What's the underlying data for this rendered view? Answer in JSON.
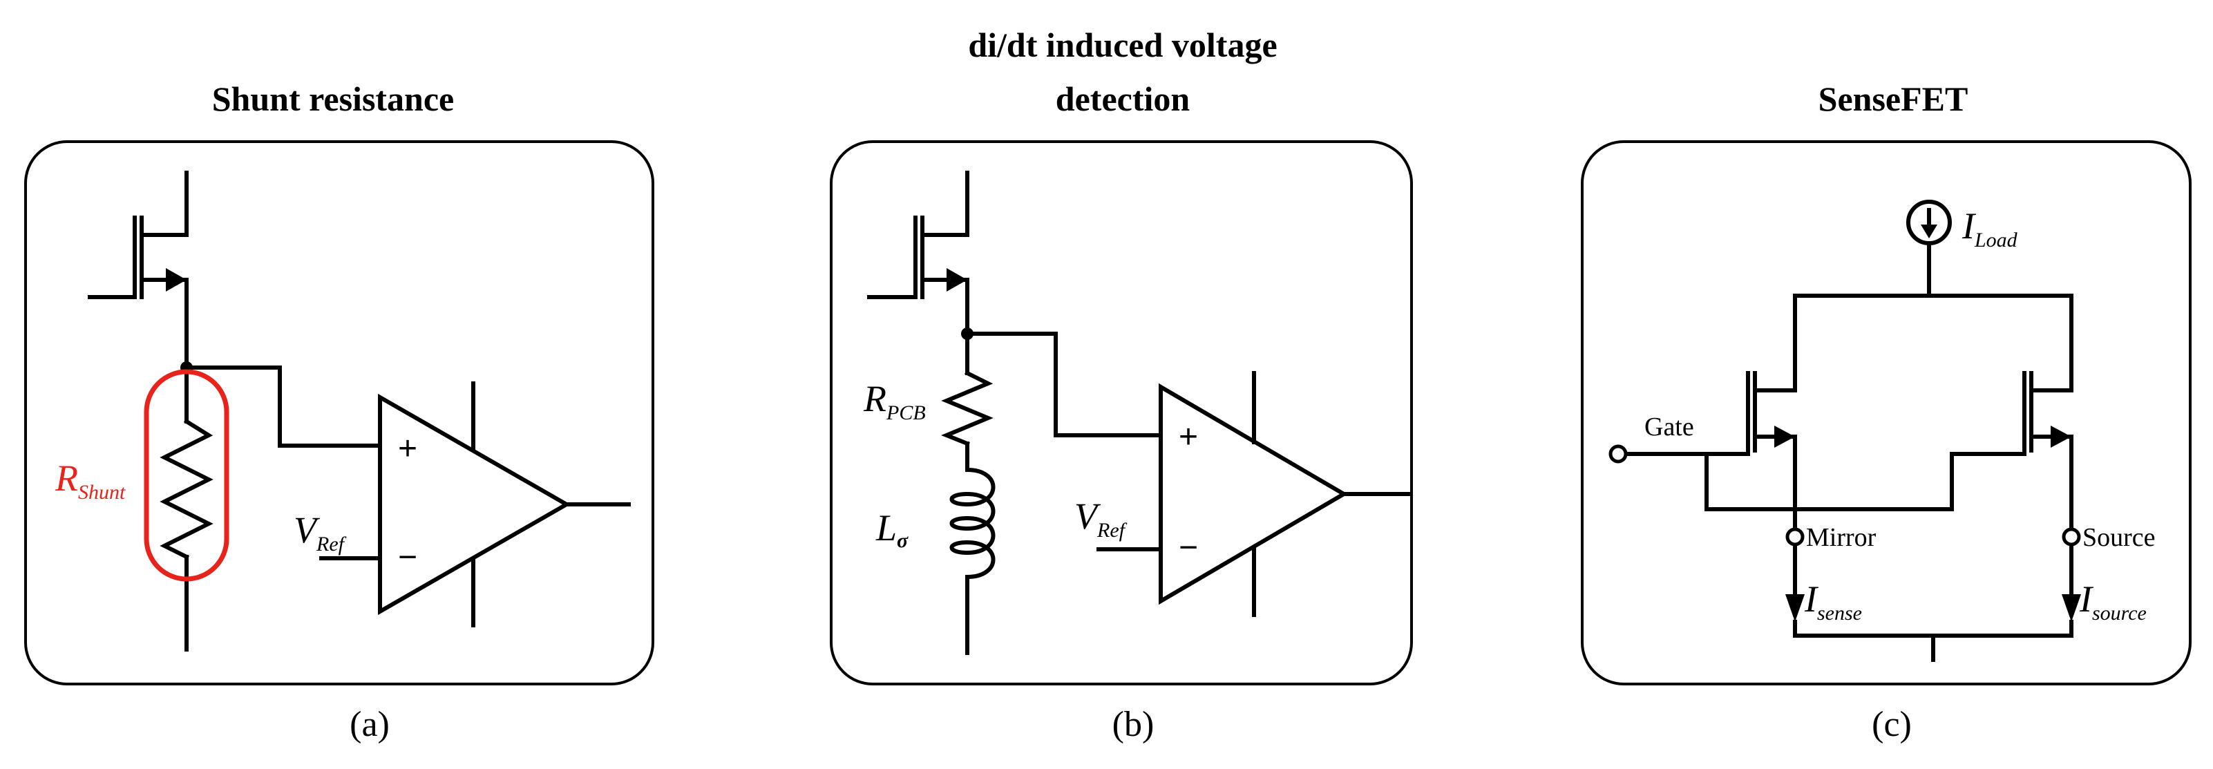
{
  "panels": {
    "a": {
      "title": "Shunt resistance",
      "caption": "(a)",
      "r_label": "R",
      "r_sub": "Shunt",
      "v_label": "V",
      "v_sub": "Ref",
      "plus": "+",
      "minus": "−"
    },
    "b": {
      "title_line1": "di/dt induced voltage",
      "title_line2": "detection",
      "caption": "(b)",
      "r_label": "R",
      "r_sub": "PCB",
      "l_label": "L",
      "l_sub": "σ",
      "v_label": "V",
      "v_sub": "Ref",
      "plus": "+",
      "minus": "−"
    },
    "c": {
      "title": "SenseFET",
      "caption": "(c)",
      "iload_label": "I",
      "iload_sub": "Load",
      "gate_label": "Gate",
      "mirror_label": "Mirror",
      "source_label": "Source",
      "isense_label": "I",
      "isense_sub": "sense",
      "isource_label": "I",
      "isource_sub": "source"
    }
  },
  "colors": {
    "highlight": "#e8231c",
    "line": "#000000"
  }
}
